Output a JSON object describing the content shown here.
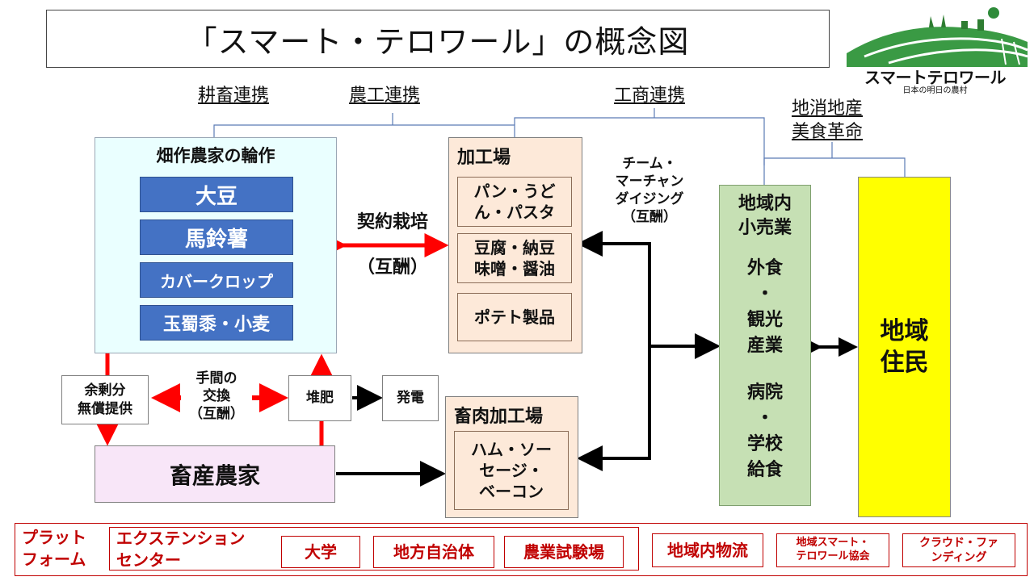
{
  "title": "「スマート・テロワール」の概念図",
  "logo": {
    "name": "スマートテロワール",
    "tagline": "日本の明日の農村"
  },
  "links": {
    "livestock_crop": "耕畜連携",
    "agri_industry": "農工連携",
    "industry_commerce": "工商連携",
    "local_food_1": "地消地産",
    "local_food_2": "美食革命"
  },
  "crop": {
    "title": "畑作農家の輪作",
    "items": [
      "大豆",
      "馬鈴薯",
      "カバークロップ",
      "玉蜀黍・小麦"
    ]
  },
  "contract": {
    "label": "契約栽培",
    "sub": "（互酬）"
  },
  "factory": {
    "title": "加工場",
    "items": [
      {
        "l1": "パン・うど",
        "l2": "ん・パスタ"
      },
      {
        "l1": "豆腐・納豆",
        "l2": "味噌・醤油"
      },
      {
        "l1": "ポテト製品",
        "l2": ""
      }
    ]
  },
  "team": {
    "l1": "チーム・",
    "l2": "マーチャン",
    "l3": "ダイジング",
    "l4": "（互酬）"
  },
  "retail": {
    "l1": "地域内",
    "l2": "小売業",
    "l3": "外食",
    "l4": "・",
    "l5": "観光",
    "l6": "産業",
    "l7": "病院",
    "l8": "・",
    "l9": "学校",
    "l10": "給食"
  },
  "resident": {
    "l1": "地域",
    "l2": "住民"
  },
  "surplus": {
    "l1": "余剰分",
    "l2": "無償提供"
  },
  "labor": {
    "l1": "手間の",
    "l2": "交換",
    "l3": "（互酬）"
  },
  "compost": "堆肥",
  "power": "発電",
  "livestock": "畜産農家",
  "meat": {
    "title": "畜肉加工場",
    "l1": "ハム・ソー",
    "l2": "セージ・",
    "l3": "ベーコン"
  },
  "platform": {
    "label_l1": "プラット",
    "label_l2": "フォーム",
    "ext_l1": "エクステンション",
    "ext_l2": "センター",
    "items": [
      "大学",
      "地方自治体",
      "農業試験場",
      "地域内物流"
    ],
    "assoc_l1": "地域スマート・",
    "assoc_l2": "テロワール協会",
    "fund_l1": "クラウド・ファ",
    "fund_l2": "ンディング"
  },
  "colors": {
    "red": "#ff0000",
    "crop_item": "#4472c4",
    "retail": "#c6e0b4",
    "resident": "#ffff00",
    "platform": "#c00000"
  }
}
